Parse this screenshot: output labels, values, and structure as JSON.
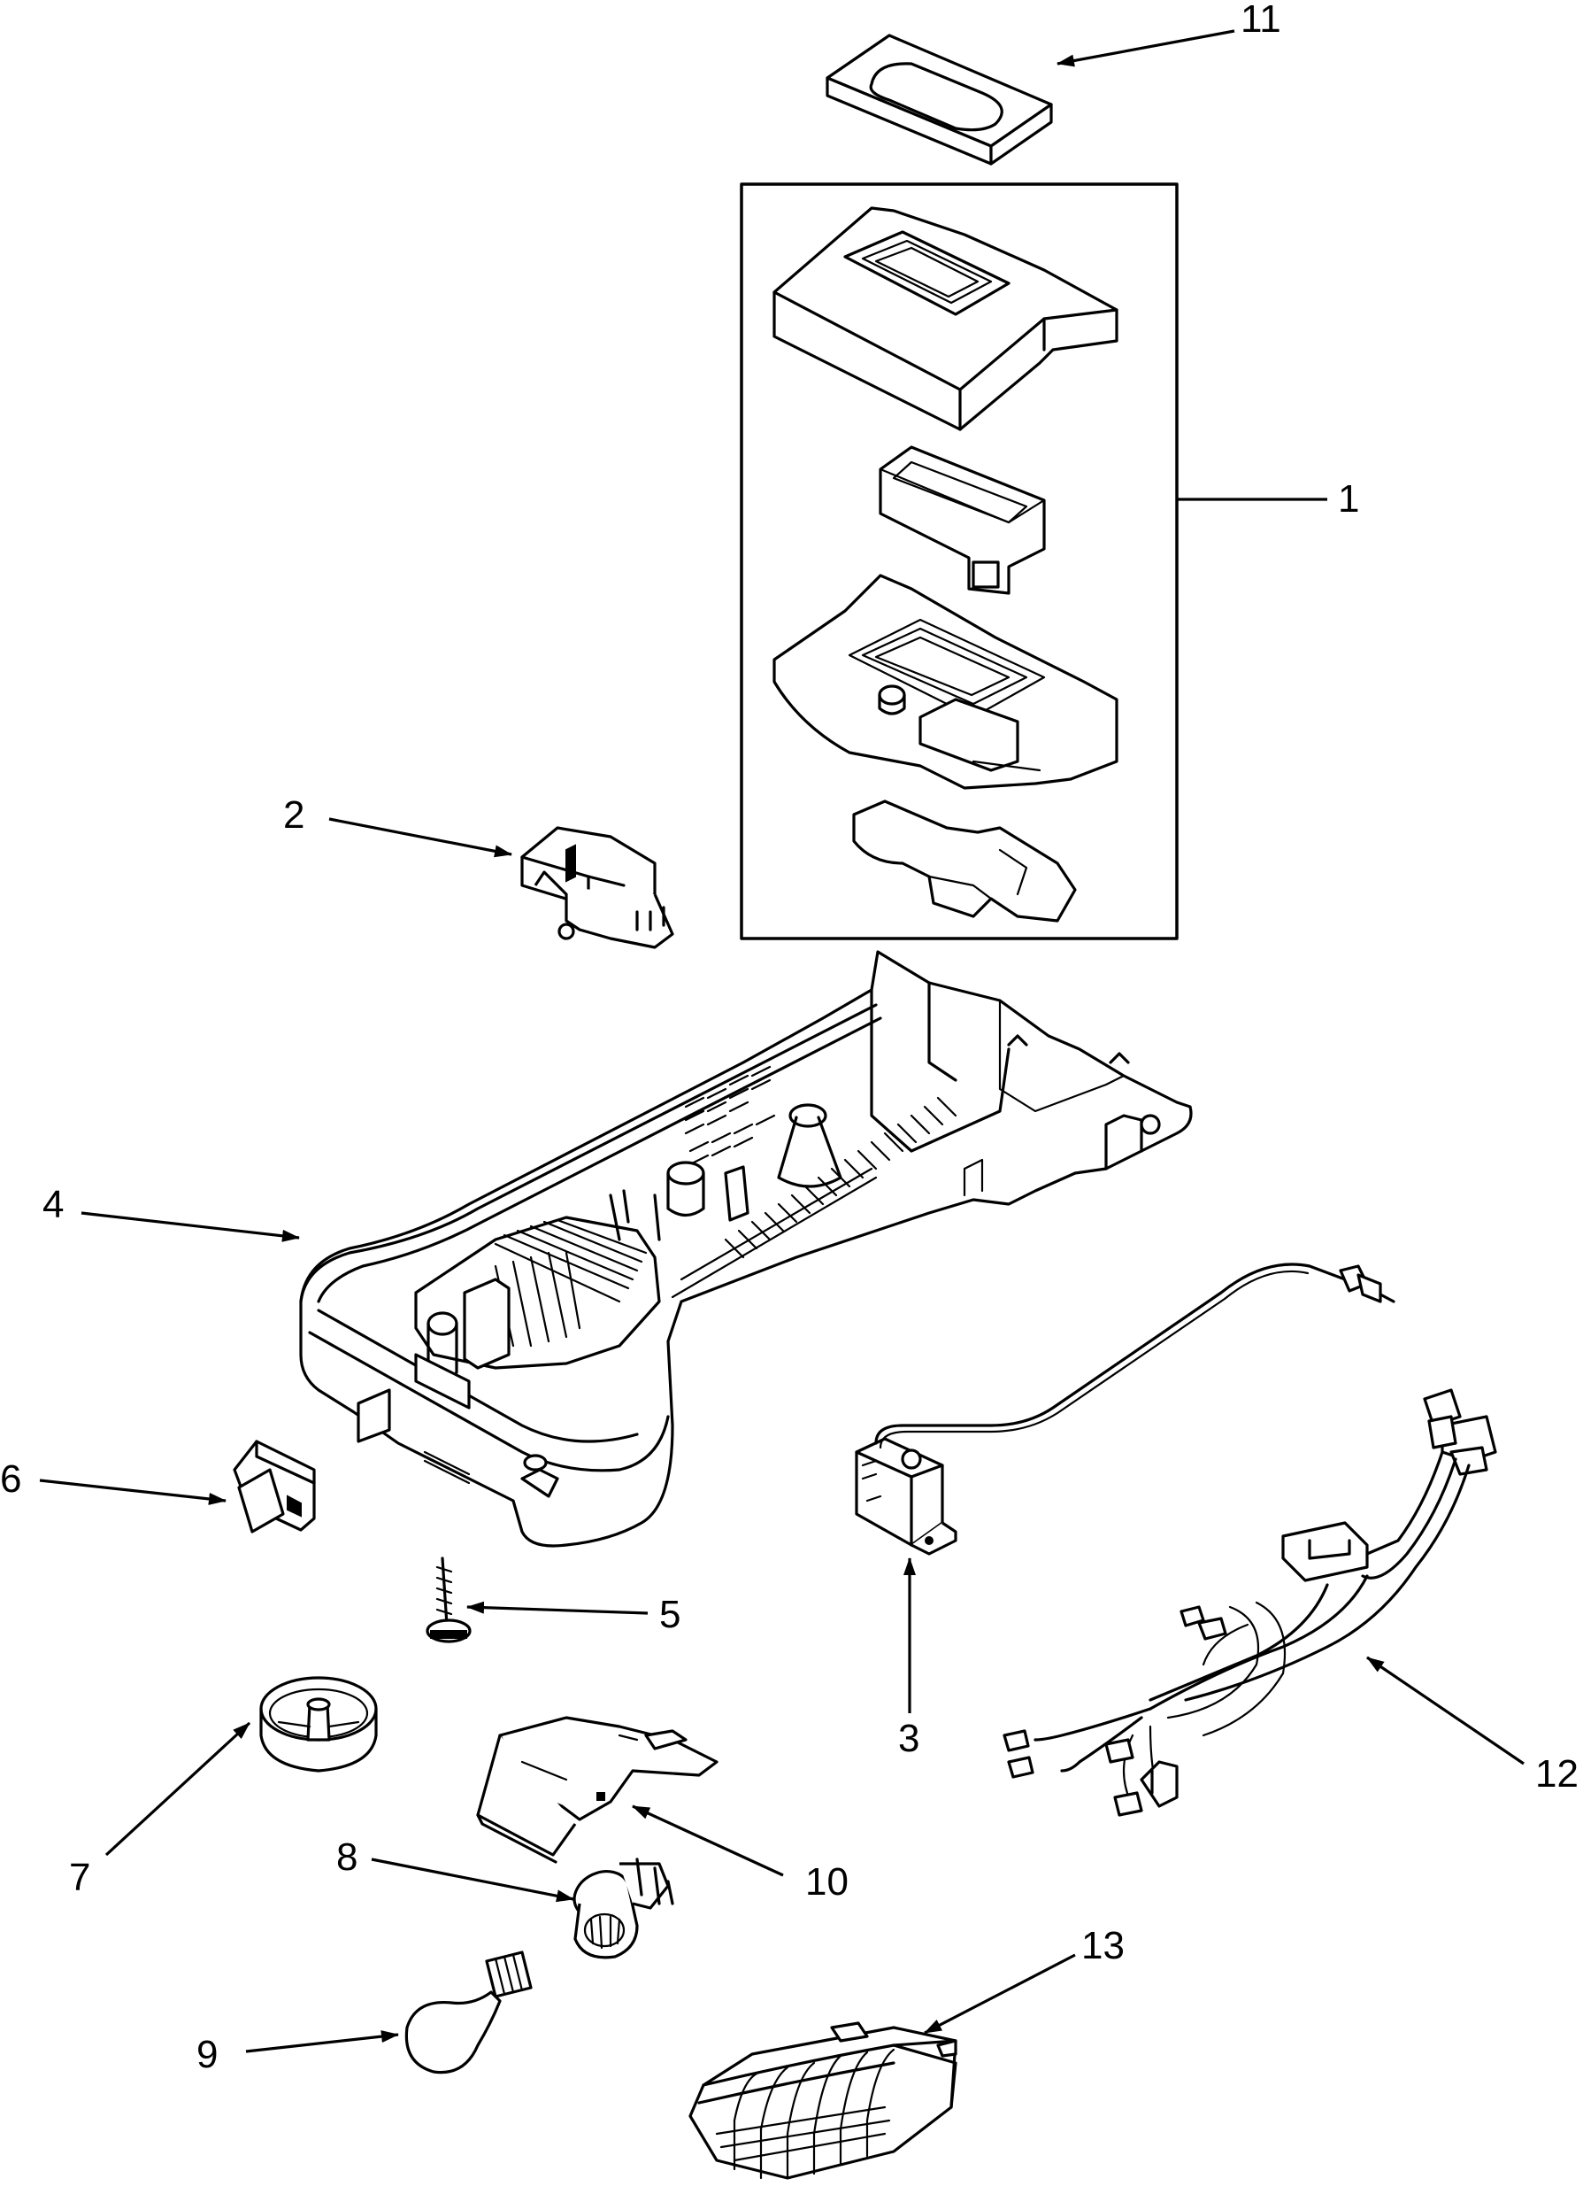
{
  "callouts": [
    {
      "id": "1",
      "label": "1"
    },
    {
      "id": "2",
      "label": "2"
    },
    {
      "id": "3",
      "label": "3"
    },
    {
      "id": "4",
      "label": "4"
    },
    {
      "id": "5",
      "label": "5"
    },
    {
      "id": "6",
      "label": "6"
    },
    {
      "id": "7",
      "label": "7"
    },
    {
      "id": "8",
      "label": "8"
    },
    {
      "id": "9",
      "label": "9"
    },
    {
      "id": "10",
      "label": "10"
    },
    {
      "id": "11",
      "label": "11"
    },
    {
      "id": "12",
      "label": "12"
    },
    {
      "id": "13",
      "label": "13"
    }
  ]
}
